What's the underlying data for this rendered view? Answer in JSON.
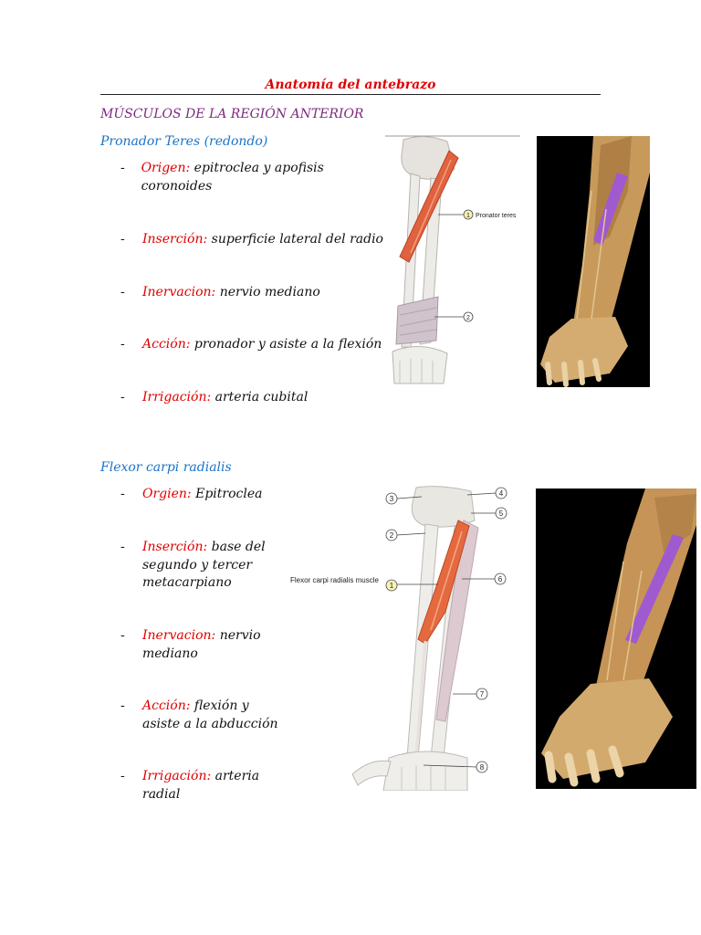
{
  "document": {
    "title": "Anatomía del antebrazo",
    "section_heading": "MÚSCULOS DE LA REGIÓN ANTERIOR"
  },
  "muscles": [
    {
      "name": "Pronador Teres (redondo)",
      "items": [
        {
          "label": "Origen:",
          "value": "epitroclea y apofisis coronoides"
        },
        {
          "label": "Inserción:",
          "value": "superficie lateral del radio"
        },
        {
          "label": "Inervacion:",
          "value": "nervio mediano"
        },
        {
          "label": "Acción:",
          "value": "pronador y asiste a la flexión"
        },
        {
          "label": "Irrigación:",
          "value": "arteria cubital"
        }
      ],
      "figure": {
        "callout_1": "1",
        "callout_1_text": "Pronator teres",
        "callout_2": "2"
      }
    },
    {
      "name": "Flexor carpi radialis",
      "items": [
        {
          "label": "Orgien:",
          "value": "Epitroclea"
        },
        {
          "label": "Inserción:",
          "value": "base del segundo y tercer metacarpiano"
        },
        {
          "label": "Inervacion:",
          "value": "nervio mediano"
        },
        {
          "label": "Acción:",
          "value": "flexión y asiste a la abducción"
        },
        {
          "label": "Irrigación:",
          "value": "arteria radial"
        }
      ],
      "figure": {
        "muscle_label": "Flexor carpi radialis muscle",
        "callouts": [
          "1",
          "2",
          "3",
          "4",
          "5",
          "6",
          "7",
          "8"
        ]
      }
    }
  ],
  "colors": {
    "title": "#e00000",
    "section": "#7e2a7e",
    "subheading": "#1a73c8",
    "label": "#e00000",
    "highlight": "#a05ad0"
  }
}
